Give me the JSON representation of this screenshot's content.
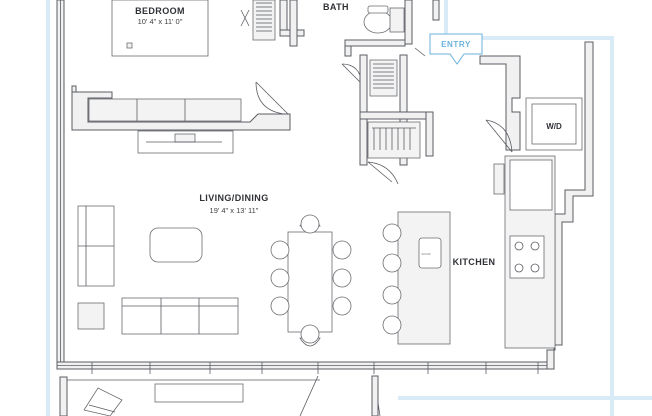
{
  "rooms": {
    "bedroom": {
      "name": "BEDROOM",
      "dims": "10' 4\" x 11' 0\""
    },
    "bath": {
      "name": "BATH"
    },
    "living_dining": {
      "name": "LIVING/DINING",
      "dims": "19' 4\" x 13' 11\""
    },
    "kitchen": {
      "name": "KITCHEN"
    }
  },
  "labels": {
    "entry": "ENTRY",
    "washer_dryer": "W/D",
    "sink_tag": "SOUND"
  },
  "colors": {
    "wall_fill": "#f1f1f1",
    "line": "#5b5d62",
    "entry_accent": "#6bb2dc",
    "exterior_glow": "#d8ebf7"
  },
  "icons": [
    "toilet-icon",
    "sink-icon",
    "cooktop-icon",
    "entry-marker-icon",
    "door-swing-icon"
  ]
}
